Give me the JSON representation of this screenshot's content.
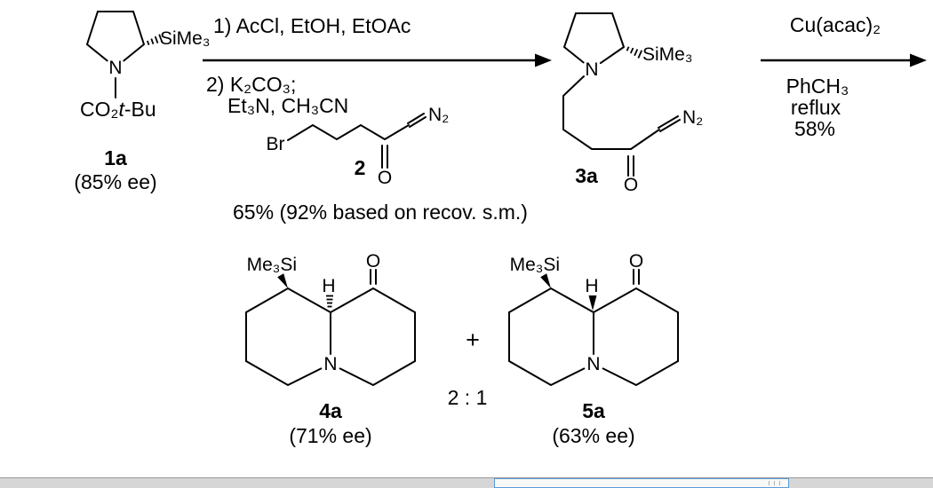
{
  "scheme": {
    "c1a": {
      "si": "SiMe₃",
      "n": "N",
      "co2": "CO₂",
      "t": "t",
      "bu": "-Bu",
      "name": "1a",
      "ee": "(85% ee)"
    },
    "step1": {
      "above": "1) AcCl, EtOH, EtOAc",
      "below1": "2) K₂CO₃;",
      "below2": "Et₃N, CH₃CN",
      "yield": "65% (92% based on recov. s.m.)"
    },
    "c2": {
      "br": "Br",
      "n2": "N₂",
      "o": "O",
      "name": "2"
    },
    "c3a": {
      "n": "N",
      "si": "SiMe₃",
      "n2": "N₂",
      "o": "O",
      "name": "3a"
    },
    "step2": {
      "reagent": "Cu(acac)₂",
      "solvent": "PhCH₃",
      "condition": "reflux",
      "yield": "58%"
    },
    "c4a": {
      "si": "Me₃Si",
      "h": "H",
      "o": "O",
      "n": "N",
      "name": "4a",
      "ee": "(71% ee)"
    },
    "mid": {
      "plus": "+",
      "ratio": "2 : 1"
    },
    "c5a": {
      "si": "Me₃Si",
      "h": "H",
      "o": "O",
      "n": "N",
      "name": "5a",
      "ee": "(63% ee)"
    }
  },
  "colors": {
    "ink": "#000000",
    "scrollbar_thumb_border": "#5b9bd5"
  }
}
